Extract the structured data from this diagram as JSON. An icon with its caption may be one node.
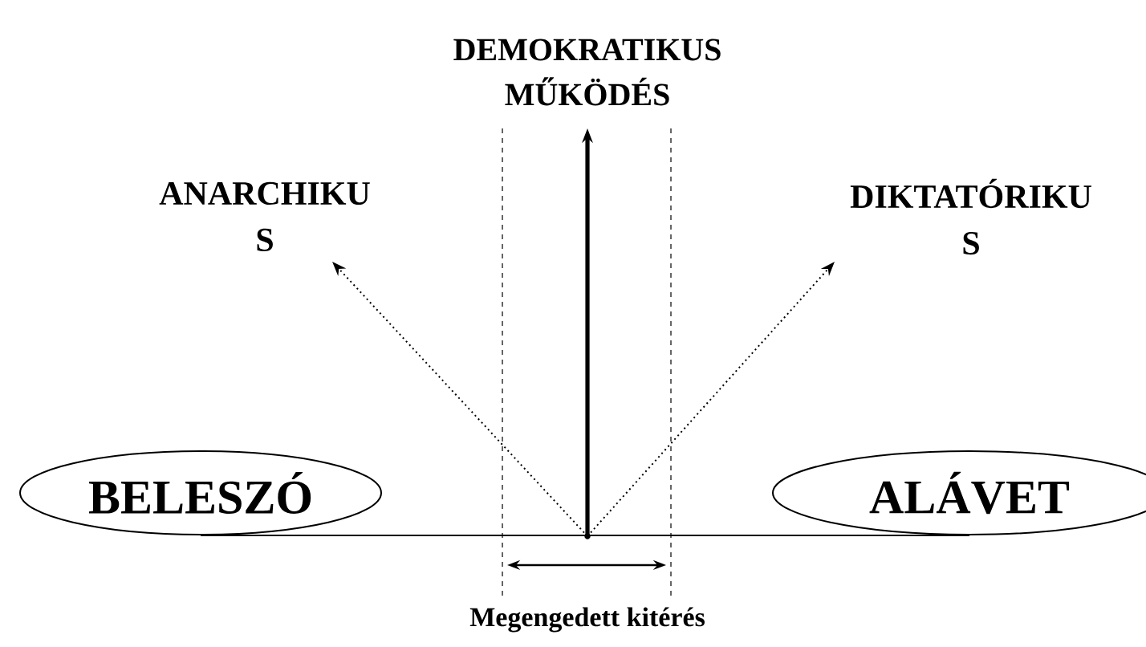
{
  "diagram": {
    "nodes": [
      {
        "text": [
          "DEMOKRATIKUS MŰKÖDÉS"
        ]
      },
      {
        "text": [
          "ANARCHIKU S"
        ]
      },
      {
        "text": [
          "DIKTATÓRIKU S"
        ]
      },
      {
        "text": [
          "BELESZÓ"
        ]
      },
      {
        "text": [
          "ALÁVET"
        ]
      },
      {
        "text": [],
        "shape": "point"
      }
    ],
    "edges": [
      {
        "from": 5,
        "to": 0,
        "arrow": "to",
        "style": "thick"
      },
      {
        "from": 5,
        "to": 1,
        "arrow": "to",
        "style": "dashed"
      },
      {
        "from": 5,
        "to": 2,
        "arrow": "to",
        "style": "dashed"
      },
      {
        "from": 3,
        "to": 4,
        "arrow": "none"
      }
    ],
    "labels": [
      "Megengedett kitérés"
    ]
  }
}
